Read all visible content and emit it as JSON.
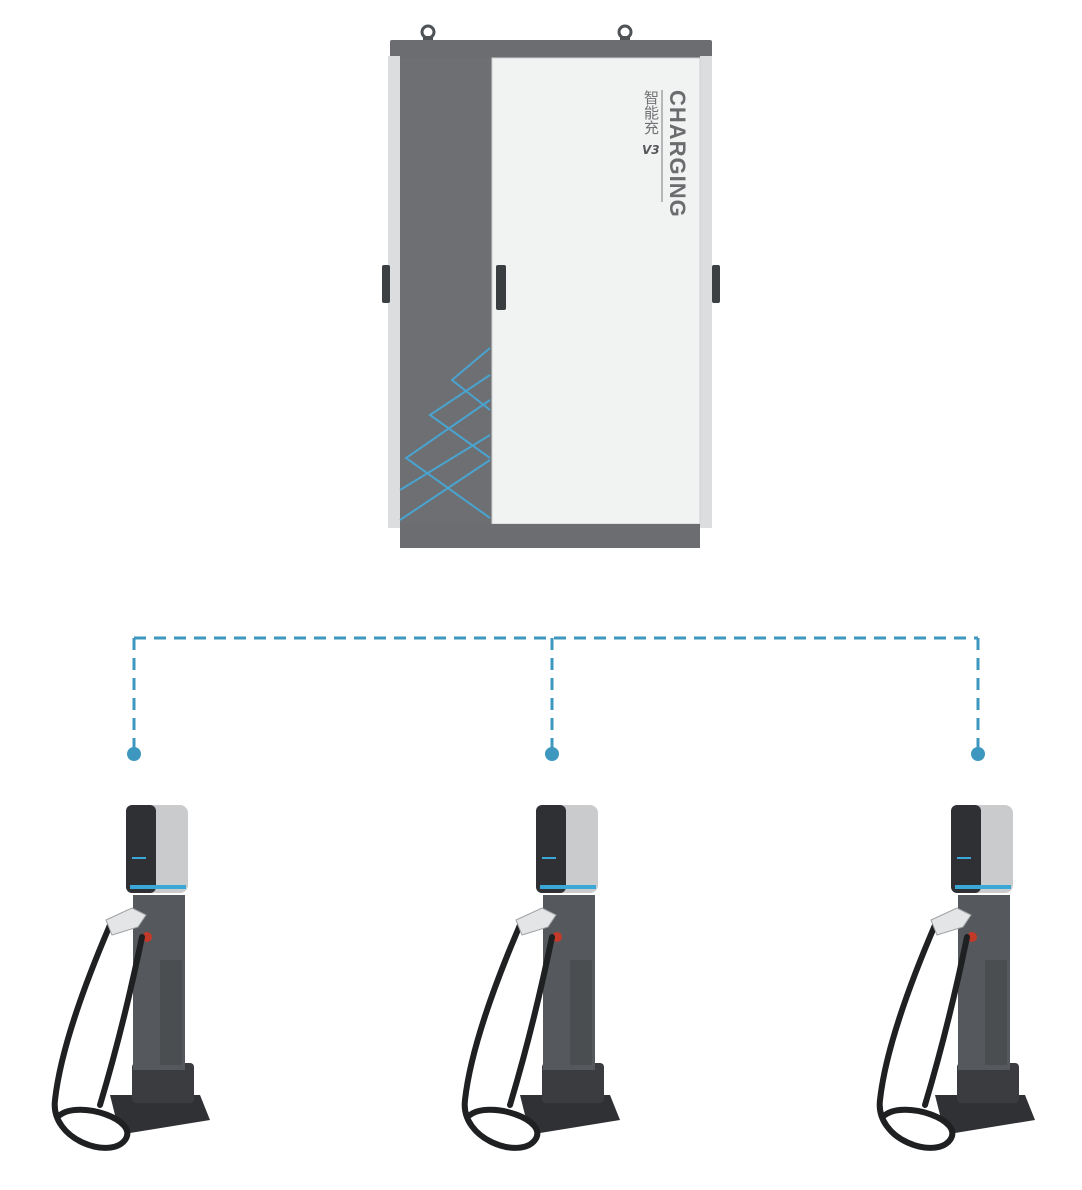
{
  "cabinet": {
    "label_english": "CHARGING",
    "label_chinese": "智能充",
    "label_mark": "V3",
    "colors": {
      "body": "#6d6f72",
      "door": "#f1f2f2",
      "frame": "#b9bbbd",
      "accent_lines": "#4aa3cf"
    }
  },
  "connection": {
    "line_style": "dashed",
    "color": "#3d97bf"
  },
  "chargers": [
    {
      "id": "charger-1"
    },
    {
      "id": "charger-2"
    },
    {
      "id": "charger-3"
    }
  ]
}
